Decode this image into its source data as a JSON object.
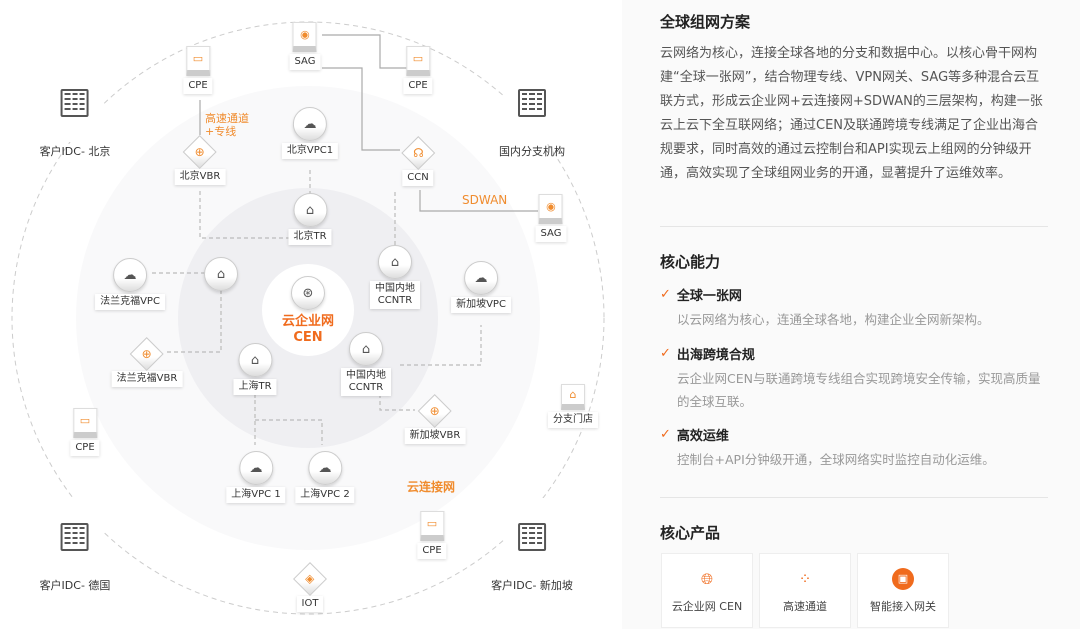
{
  "diagram": {
    "center": {
      "line1": "云企业网",
      "line2": "CEN"
    },
    "ring_label": "云连接网",
    "link_labels": {
      "express": "高速通道\n+专线",
      "express_1": "高速通道",
      "express_2": "+专线",
      "sdwan": "SDWAN"
    },
    "nodes": {
      "sag_top": "SAG",
      "cpe_left": "CPE",
      "cpe_right": "CPE",
      "idc_beijing": "客户IDC- 北京",
      "branch_domestic": "国内分支机构",
      "vpc_beijing1": "北京VPC1",
      "vbr_beijing": "北京VBR",
      "ccn": "CCN",
      "sag_right": "SAG",
      "tr_beijing": "北京TR",
      "ccntr_top_1": "中国内地",
      "ccntr_top_2": "CCNTR",
      "vpc_frankfurt": "法兰克福VPC",
      "vpc_singapore": "新加坡VPC",
      "vbr_frankfurt": "法兰克福VBR",
      "tr_shanghai": "上海TR",
      "ccntr_low_1": "中国内地",
      "ccntr_low_2": "CCNTR",
      "cpe_low_left": "CPE",
      "branch_store": "分支门店",
      "vbr_singapore": "新加坡VBR",
      "vpc_shanghai1": "上海VPC 1",
      "vpc_shanghai2": "上海VPC 2",
      "idc_germany": "客户IDC- 德国",
      "cpe_bottom": "CPE",
      "idc_singapore": "客户IDC- 新加坡",
      "iot": "IOT"
    }
  },
  "panel": {
    "title": "全球组网方案",
    "description": "云网络为核心，连接全球各地的分支和数据中心。以核心骨干网构建“全球一张网”，结合物理专线、VPN网关、SAG等多种混合云互联方式，形成云企业网+云连接网+SDWAN的三层架构，构建一张云上云下全互联网络；通过CEN及联通跨境专线满足了企业出海合规要求，同时高效的通过云控制台和API实现云上组网的分钟级开通，高效实现了全球组网业务的开通，显著提升了运维效率。",
    "capabilities_title": "核心能力",
    "capabilities": [
      {
        "title": "全球一张网",
        "desc": "以云网络为核心，连通全球各地，构建企业全网新架构。"
      },
      {
        "title": "出海跨境合规",
        "desc": "云企业网CEN与联通跨境专线组合实现跨境安全传输，实现高质量的全球互联。"
      },
      {
        "title": "高效运维",
        "desc": "控制台+API分钟级开通，全球网络实时监控自动化运维。"
      }
    ],
    "products_title": "核心产品",
    "products": [
      {
        "name": "云企业网 CEN",
        "icon": "globe-icon"
      },
      {
        "name": "高速通道",
        "icon": "nodes-icon"
      },
      {
        "name": "智能接入网关",
        "icon": "gateway-icon"
      }
    ],
    "accent": "#f06b1d"
  }
}
